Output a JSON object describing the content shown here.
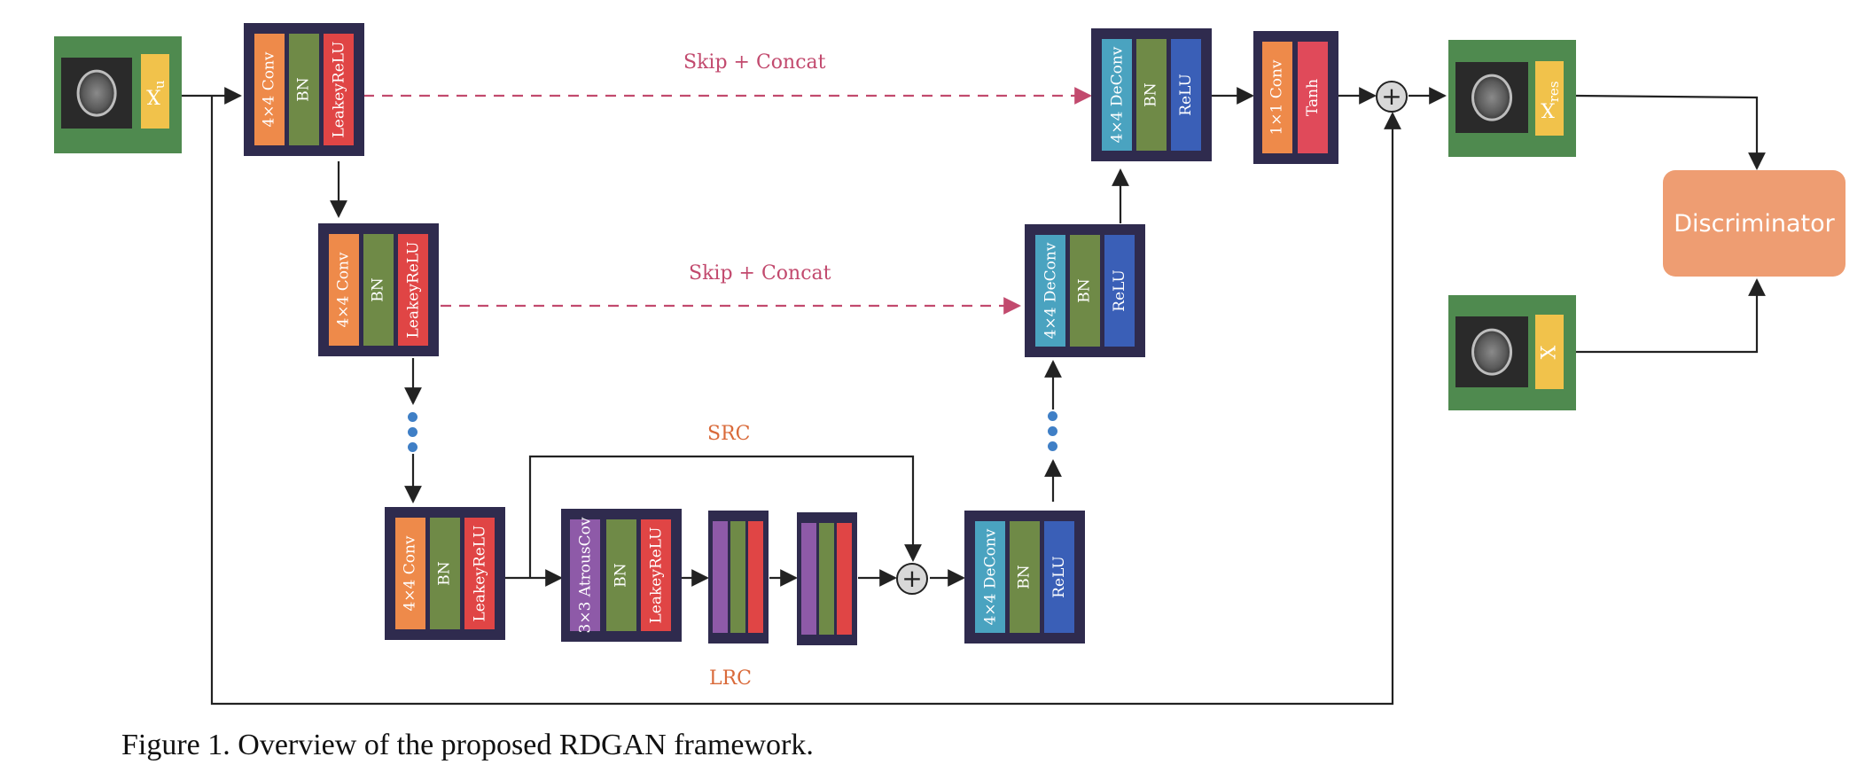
{
  "colors": {
    "block_bg": "#2f2b4e",
    "conv": "#ee8a4a",
    "bn": "#6f8a47",
    "activation_red": "#e04545",
    "deconv": "#4aa3c0",
    "relu": "#3a5fb7",
    "atrous": "#8e5aa8",
    "tanh": "#e04a5a",
    "io_green": "#4f8a4f",
    "label_yellow": "#f1c24b",
    "skip_dashed": "#c24a6e",
    "discriminator": "#ee9d72"
  },
  "inputs": {
    "xu": "X",
    "xu_sub": "u",
    "xres": "X",
    "xres_sub": "res",
    "x": "X"
  },
  "encoder": {
    "block1": {
      "conv": "4×4 Conv",
      "bn": "BN",
      "act": "LeakeyReLU"
    },
    "block2": {
      "conv": "4×4 Conv",
      "bn": "BN",
      "act": "LeakeyReLU"
    },
    "block3": {
      "conv": "4×4 Conv",
      "bn": "BN",
      "act": "LeakeyReLU"
    }
  },
  "bottleneck": {
    "atrous": {
      "conv": "3×3 AtrousCov",
      "bn": "BN",
      "act": "LeakeyReLU"
    }
  },
  "decoder": {
    "block3": {
      "deconv": "4×4 DeConv",
      "bn": "BN",
      "act": "ReLU"
    },
    "block2": {
      "deconv": "4×4 DeConv",
      "bn": "BN",
      "act": "ReLU"
    },
    "block1": {
      "deconv": "4×4 DeConv",
      "bn": "BN",
      "act": "ReLU"
    },
    "final": {
      "conv": "1×1 Conv",
      "act": "Tanh"
    }
  },
  "labels": {
    "skip1": "Skip + Concat",
    "skip2": "Skip + Concat",
    "src": "SRC",
    "lrc": "LRC",
    "plus": "+"
  },
  "discriminator": "Discriminator",
  "caption": "Figure 1. Overview of the proposed RDGAN framework."
}
